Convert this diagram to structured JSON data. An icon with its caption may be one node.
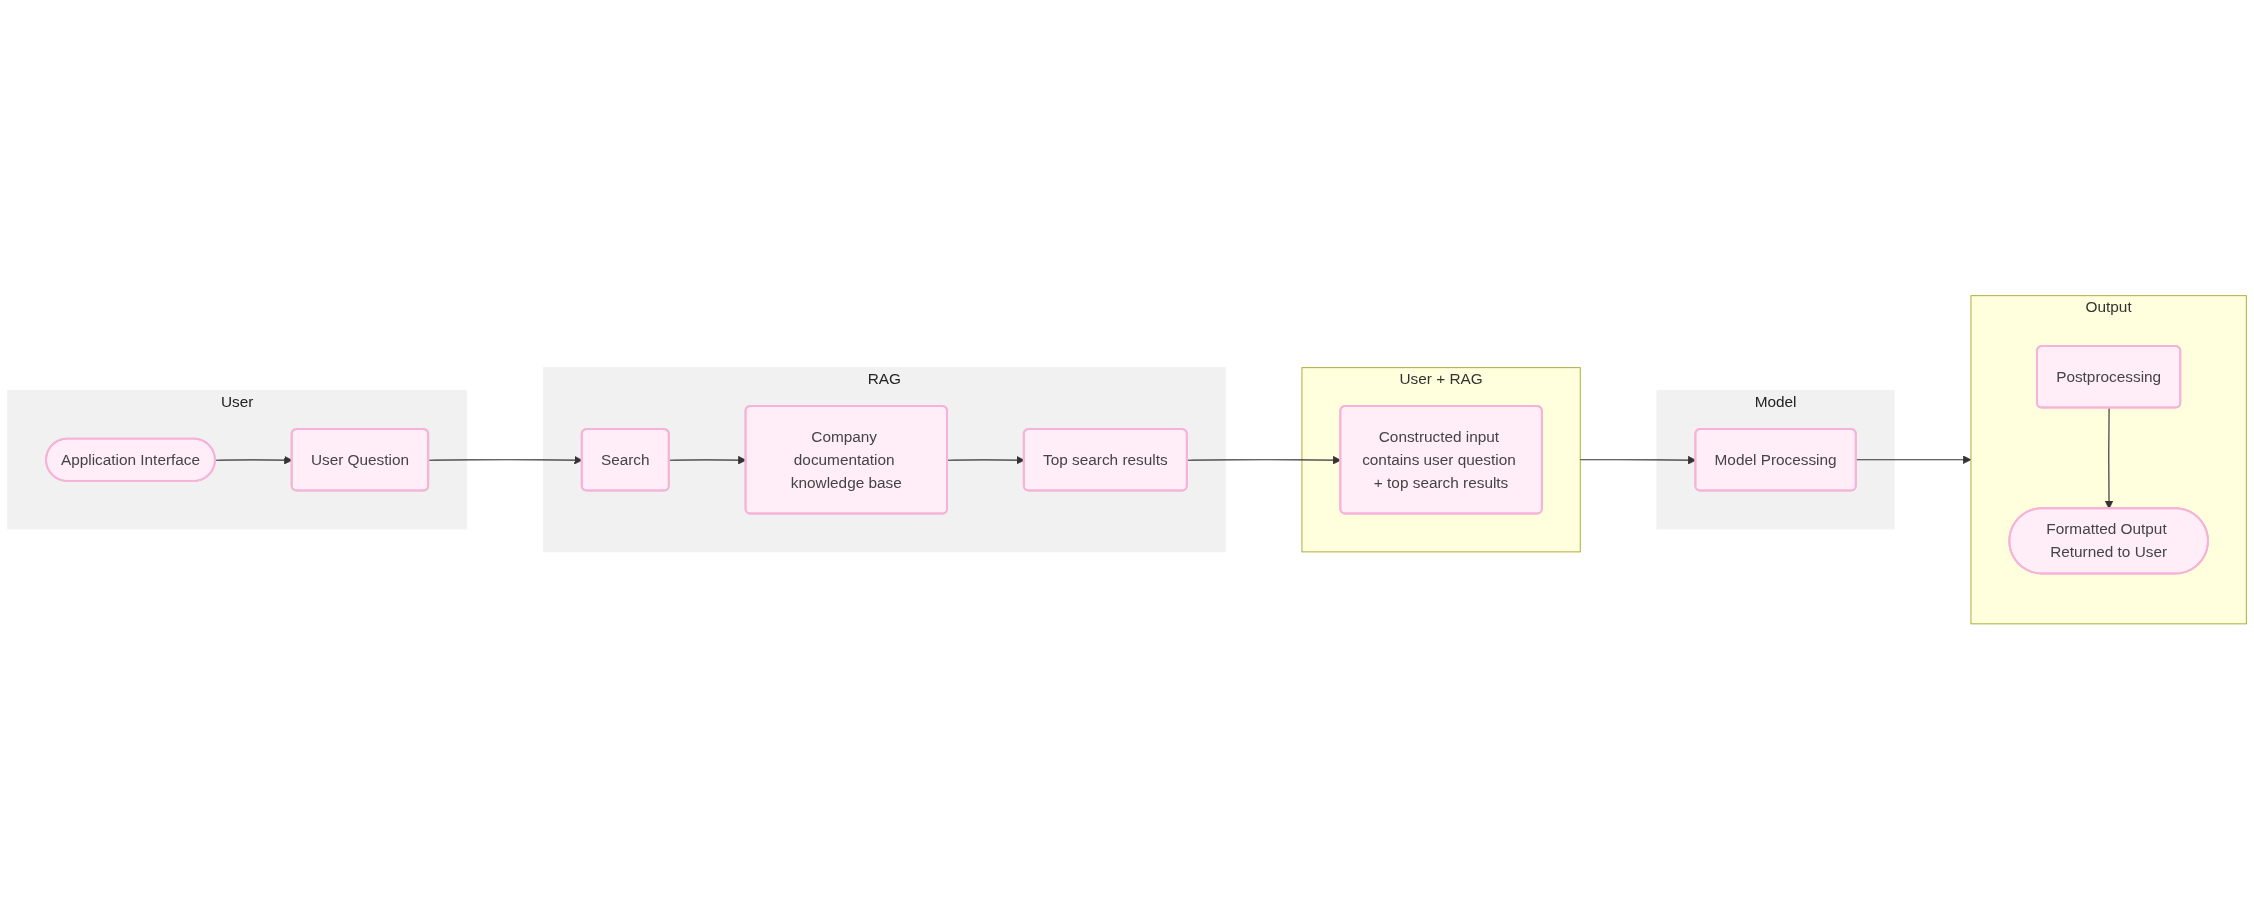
{
  "diagram": {
    "nodes": [
      {
        "text": [
          "User"
        ]
      },
      {
        "text": [
          "Application Interface"
        ],
        "in": 0
      },
      {
        "text": [
          "User Question"
        ],
        "in": 0
      },
      {
        "text": [
          "User + RAG"
        ]
      },
      {
        "text": [
          "Constructed input contains user question + top search results"
        ],
        "in": 3
      },
      {
        "text": [
          "Model"
        ]
      },
      {
        "text": [
          "Model Processing"
        ],
        "in": 5
      },
      {
        "text": [
          "Output"
        ]
      },
      {
        "text": [
          "Postprocessing"
        ],
        "in": 7
      },
      {
        "text": [
          "Formatted Output Returned to User"
        ],
        "in": 7
      },
      {
        "text": [
          "RAG"
        ]
      },
      {
        "text": [
          "Search"
        ],
        "in": 10
      },
      {
        "text": [
          "Top search results"
        ],
        "in": 10
      },
      {
        "text": [
          "Company documentation knowledge base"
        ],
        "in": 10
      }
    ],
    "edges": [
      {
        "from": 1,
        "to": 2,
        "arrow": "to"
      },
      {
        "from": 2,
        "to": 11,
        "arrow": "to"
      },
      {
        "from": 11,
        "to": 13,
        "arrow": "to"
      },
      {
        "from": 13,
        "to": 12,
        "arrow": "to"
      },
      {
        "from": 12,
        "to": 4,
        "arrow": "to"
      },
      {
        "from": 3,
        "to": 6,
        "arrow": "to"
      },
      {
        "from": 6,
        "to": 7,
        "arrow": "to"
      },
      {
        "from": 8,
        "to": 9,
        "arrow": "to"
      }
    ]
  }
}
